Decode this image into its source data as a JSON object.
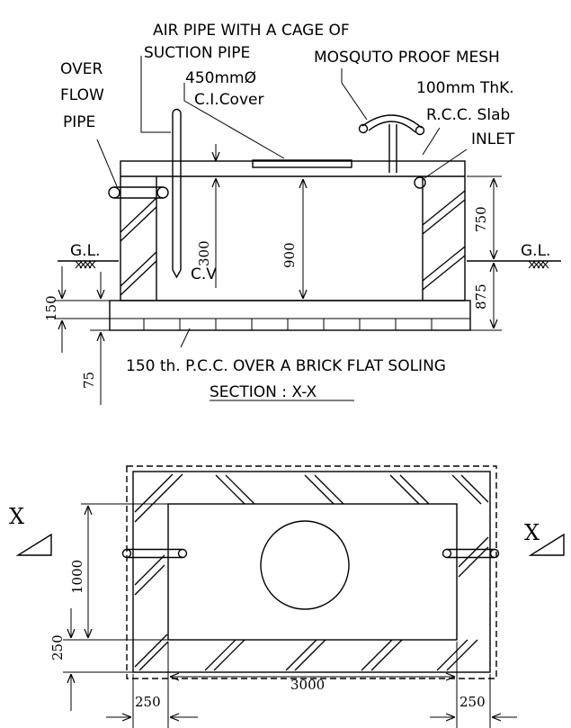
{
  "labels": {
    "air_pipe_1": "AIR PIPE WITH A CAGE OF",
    "air_pipe_2": "MOSQUTO PROOF MESH",
    "suction_pipe": "SUCTION  PIPE",
    "overflow_1": "OVER",
    "overflow_2": "FLOW",
    "overflow_3": "PIPE",
    "cover_1": "450mmØ",
    "cover_2": "C.I.Cover",
    "slab_1": "100mm ThK.",
    "slab_2": "R.C.C. Slab",
    "inlet": "INLET",
    "gl_left": "G.L.",
    "gl_right": "G.L.",
    "cv": "C.V",
    "base_note": "150 th. P.C.C. OVER A BRICK FLAT SOLING",
    "section_title": "SECTION : X-X",
    "x_left": "X",
    "x_right": "X"
  },
  "dimensions": {
    "d750": "750",
    "d875": "875",
    "d900": "900",
    "d300": "300",
    "d150": "150",
    "d75": "75",
    "d1000": "1000",
    "d250_v": "250",
    "d3000": "3000",
    "d250_left": "250",
    "d250_right": "250"
  }
}
